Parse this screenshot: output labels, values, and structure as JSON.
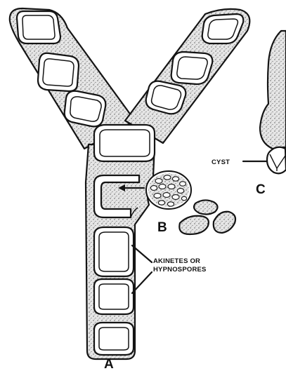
{
  "labels": {
    "a": "A",
    "b": "B",
    "c": "C",
    "cyst": "CYST",
    "akinetes_line1": "AKINETES OR",
    "akinetes_line2": "HYPNOSPORES"
  }
}
